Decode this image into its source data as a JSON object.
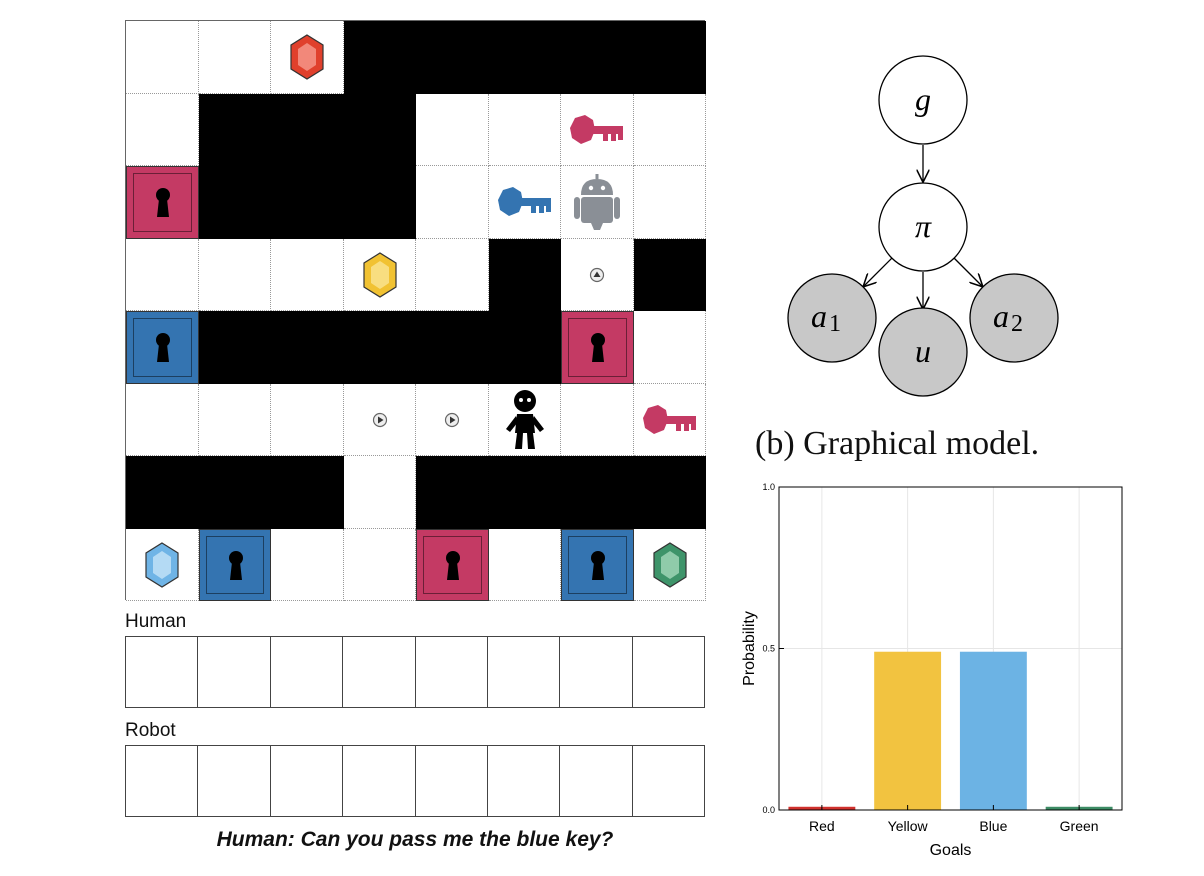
{
  "gridworld": {
    "rows": [
      "...#####",
      ".###....",
      "D###....",
      ".....#.#",
      "D######D",
      "........",
      "###.####",
      ".D..D.D."
    ],
    "doors": [
      {
        "row": 2,
        "col": 0,
        "color": "#C43A64"
      },
      {
        "row": 4,
        "col": 0,
        "color": "#3474B1"
      },
      {
        "row": 4,
        "col": 6,
        "color": "#C43A64"
      },
      {
        "row": 7,
        "col": 1,
        "color": "#3474B1"
      },
      {
        "row": 7,
        "col": 4,
        "color": "#C43A64"
      },
      {
        "row": 7,
        "col": 6,
        "color": "#3474B1"
      }
    ],
    "gems": [
      {
        "row": 0,
        "col": 2,
        "color": "#E0402C",
        "light": "#F2887A"
      },
      {
        "row": 3,
        "col": 3,
        "color": "#F1C232",
        "light": "#F8DE80"
      },
      {
        "row": 7,
        "col": 0,
        "color": "#6FB4E6",
        "light": "#B4DAF4"
      },
      {
        "row": 7,
        "col": 7,
        "color": "#3E946A",
        "light": "#8FCBAA"
      }
    ],
    "keys": [
      {
        "row": 1,
        "col": 6,
        "color": "#C43A64"
      },
      {
        "row": 2,
        "col": 5,
        "color": "#3474B1"
      },
      {
        "row": 5,
        "col": 7,
        "color": "#C43A64"
      }
    ],
    "human_agent": {
      "row": 5,
      "col": 5
    },
    "robot_agent": {
      "row": 2,
      "col": 6
    },
    "human_trail": [
      {
        "row": 5,
        "col": 3,
        "dir": "right"
      },
      {
        "row": 5,
        "col": 4,
        "dir": "right"
      }
    ],
    "robot_trail": [
      {
        "row": 3,
        "col": 6,
        "dir": "up"
      }
    ]
  },
  "inventory": {
    "human_label": "Human",
    "robot_label": "Robot",
    "slots": 8
  },
  "utterance": "Human: Can you pass me the blue key?",
  "graphical_model": {
    "caption": "(b) Graphical model.",
    "nodes": [
      {
        "id": "g",
        "label": "g",
        "observed": false
      },
      {
        "id": "pi",
        "label": "π",
        "observed": false
      },
      {
        "id": "a1",
        "label": "a",
        "sub": "1",
        "observed": true
      },
      {
        "id": "u",
        "label": "u",
        "observed": true
      },
      {
        "id": "a2",
        "label": "a",
        "sub": "2",
        "observed": true
      }
    ]
  },
  "chart_data": {
    "type": "bar",
    "categories": [
      "Red",
      "Yellow",
      "Blue",
      "Green"
    ],
    "values": [
      0.01,
      0.49,
      0.49,
      0.01
    ],
    "colors": [
      "#D0312D",
      "#F2C340",
      "#6CB3E4",
      "#3D8C65"
    ],
    "xlabel": "Goals",
    "ylabel": "Probability",
    "ylim": [
      0,
      1
    ],
    "yticks": [
      "0.0",
      "0.5",
      "1.0"
    ],
    "grid": true
  }
}
